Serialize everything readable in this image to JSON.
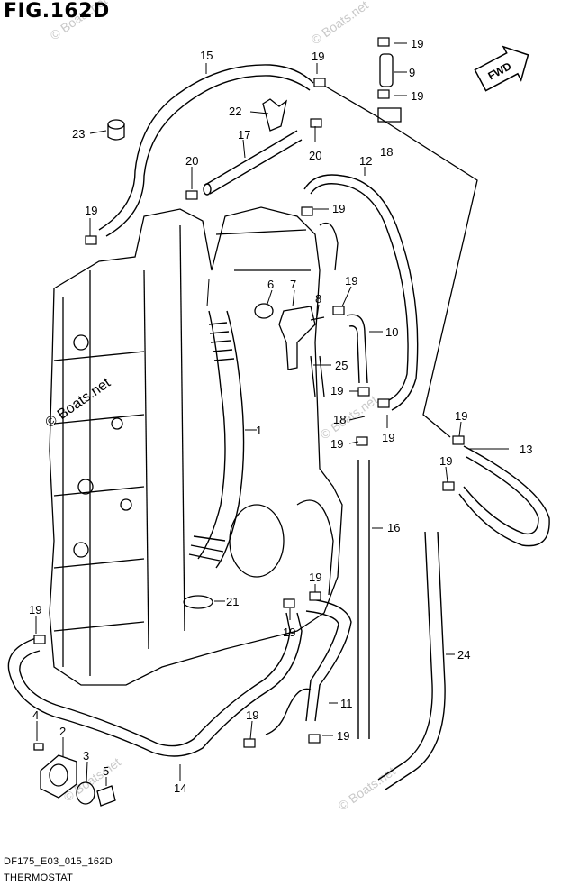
{
  "figure": {
    "title": "FIG.162D",
    "code": "DF175_E03_015_162D",
    "section": "THERMOSTAT"
  },
  "direction_badge": "FWD",
  "watermark": "© Boats.net",
  "callouts": [
    "1",
    "2",
    "3",
    "4",
    "5",
    "6",
    "7",
    "8",
    "9",
    "10",
    "11",
    "12",
    "13",
    "14",
    "15",
    "16",
    "17",
    "18",
    "19",
    "20",
    "21",
    "22",
    "23",
    "24",
    "25"
  ]
}
